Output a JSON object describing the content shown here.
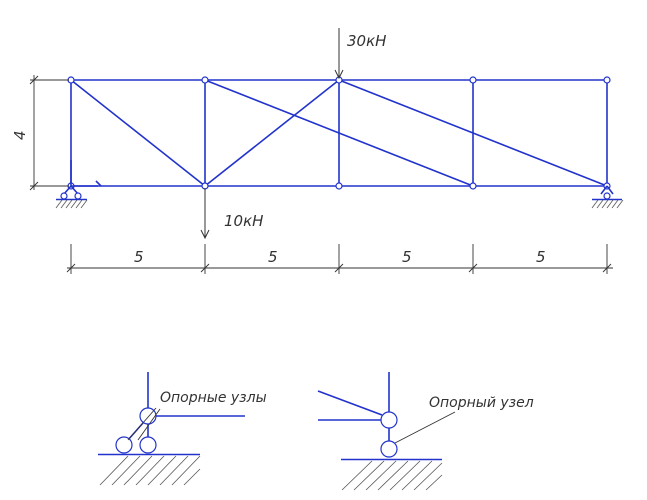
{
  "truss": {
    "loads": {
      "top_load": "30кН",
      "bottom_load": "10кН"
    },
    "dimensions": {
      "height": "4",
      "spans": [
        "5",
        "5",
        "5",
        "5"
      ]
    }
  },
  "detail": {
    "left_caption": "Опорные узлы",
    "right_caption": "Опорный узел"
  },
  "colors": {
    "member": "#2233cc",
    "annotation": "#333333"
  }
}
